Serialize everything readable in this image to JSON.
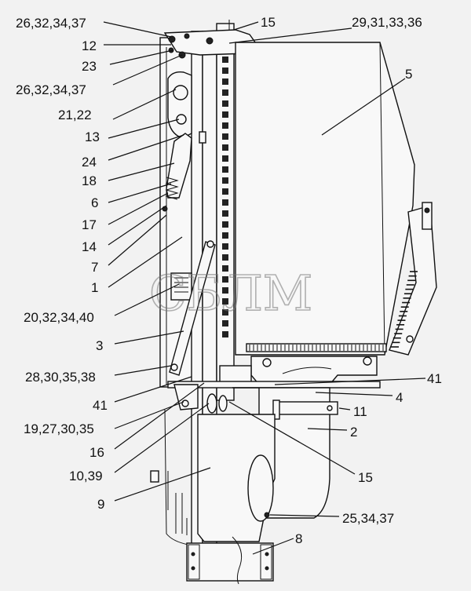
{
  "watermark": "СБЛМ",
  "labels": [
    {
      "id": "l01",
      "text": "26,32,34,37"
    },
    {
      "id": "l02",
      "text": "12"
    },
    {
      "id": "l03",
      "text": "23"
    },
    {
      "id": "l04",
      "text": "26,32,34,37"
    },
    {
      "id": "l05",
      "text": "21,22"
    },
    {
      "id": "l06",
      "text": "13"
    },
    {
      "id": "l07",
      "text": "24"
    },
    {
      "id": "l08",
      "text": "18"
    },
    {
      "id": "l09",
      "text": "6"
    },
    {
      "id": "l10",
      "text": "17"
    },
    {
      "id": "l11",
      "text": "14"
    },
    {
      "id": "l12",
      "text": "7"
    },
    {
      "id": "l13",
      "text": "1"
    },
    {
      "id": "l14",
      "text": "20,32,34,40"
    },
    {
      "id": "l15",
      "text": "3"
    },
    {
      "id": "l16",
      "text": "28,30,35,38"
    },
    {
      "id": "l17",
      "text": "41"
    },
    {
      "id": "l18",
      "text": "19,27,30,35"
    },
    {
      "id": "l19",
      "text": "16"
    },
    {
      "id": "l20",
      "text": "10,39"
    },
    {
      "id": "l21",
      "text": "9"
    },
    {
      "id": "l22",
      "text": "15"
    },
    {
      "id": "l23",
      "text": "29,31,33,36"
    },
    {
      "id": "l24",
      "text": "5"
    },
    {
      "id": "l25",
      "text": "41"
    },
    {
      "id": "l26",
      "text": "4"
    },
    {
      "id": "l27",
      "text": "11"
    },
    {
      "id": "l28",
      "text": "2"
    },
    {
      "id": "l29",
      "text": "15"
    },
    {
      "id": "l30",
      "text": "25,34,37"
    },
    {
      "id": "l31",
      "text": "8"
    }
  ]
}
